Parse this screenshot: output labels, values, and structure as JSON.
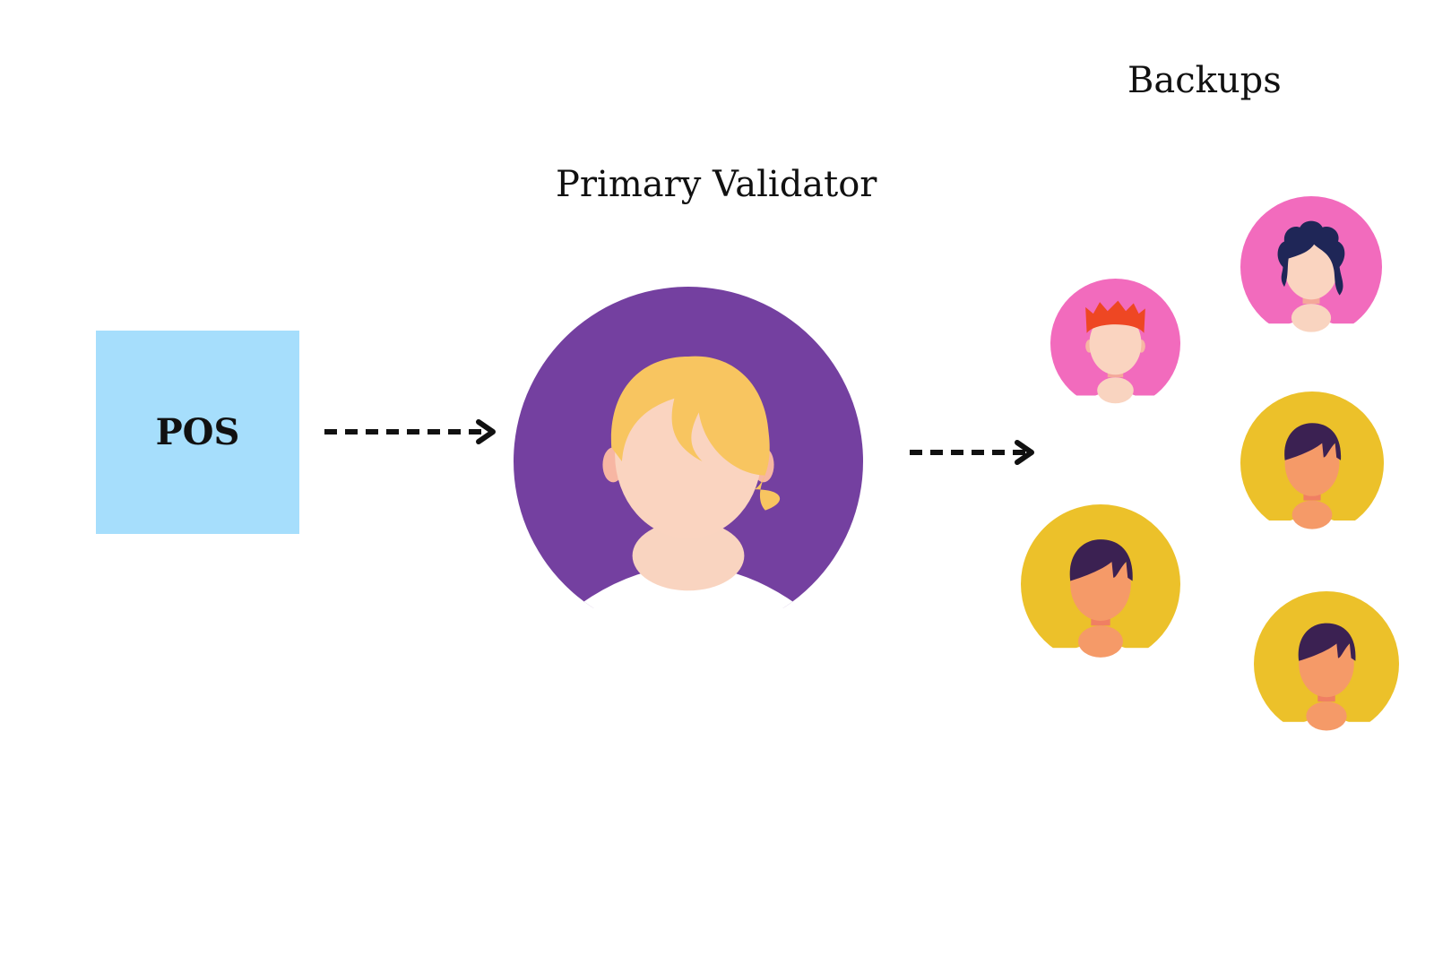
{
  "labels": {
    "backups": "Backups",
    "primary_validator": "Primary Validator",
    "pos": "POS"
  },
  "colors": {
    "pos_box": "#a6defc",
    "primary_bg": "#7440a0",
    "pink_bg": "#f26bbd",
    "yellow_bg": "#ecc12a",
    "arrow": "#111111"
  },
  "icons": {
    "primary": "woman-avatar-icon",
    "backups": [
      "man-avatar-icon",
      "woman-avatar-icon",
      "man-avatar-icon",
      "man-avatar-icon",
      "man-avatar-icon"
    ]
  }
}
